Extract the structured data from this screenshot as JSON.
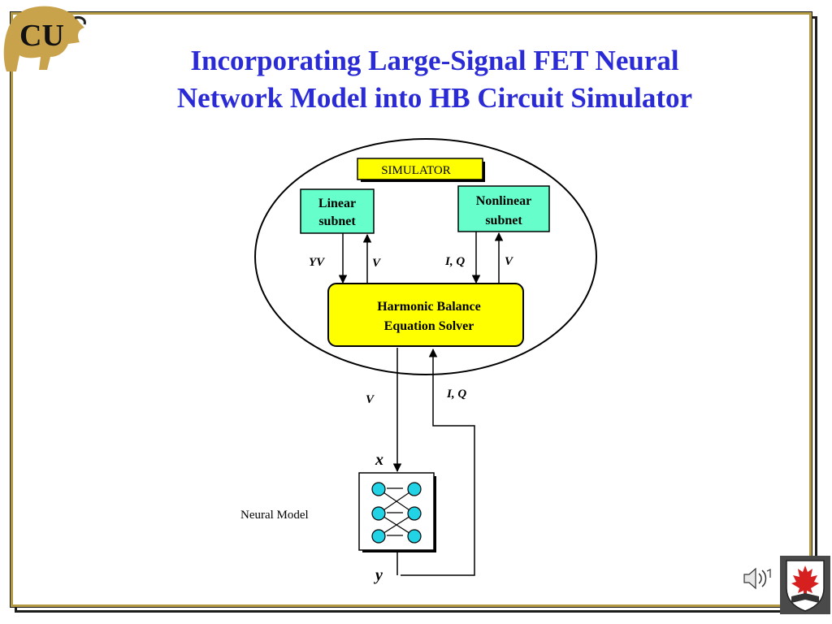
{
  "slide": {
    "title_line1": "Incorporating Large-Signal FET Neural",
    "title_line2": "Network Model into HB Circuit Simulator"
  },
  "diagram": {
    "simulator_label": "SIMULATOR",
    "linear_subnet_line1": "Linear",
    "linear_subnet_line2": "subnet",
    "nonlinear_subnet_line1": "Nonlinear",
    "nonlinear_subnet_line2": "subnet",
    "hb_line1": "Harmonic Balance",
    "hb_line2": "Equation Solver",
    "signal_yv": "YV",
    "signal_v_left": "V",
    "signal_iq_top": "I, Q",
    "signal_v_right": "V",
    "signal_v_down": "V",
    "signal_iq_up": "I, Q",
    "input_x": "x",
    "output_y": "y",
    "neural_model_label": "Neural Model"
  },
  "logos": {
    "top_left": "CU",
    "bottom_right_icon": "maple-leaf-shield-icon"
  },
  "colors": {
    "title": "#2b2bd6",
    "frame": "#b59a44",
    "simulator_fill": "#ffff00",
    "subnet_fill": "#66ffcc",
    "hb_fill": "#ffff00",
    "neuron_fill": "#22d3e6"
  }
}
